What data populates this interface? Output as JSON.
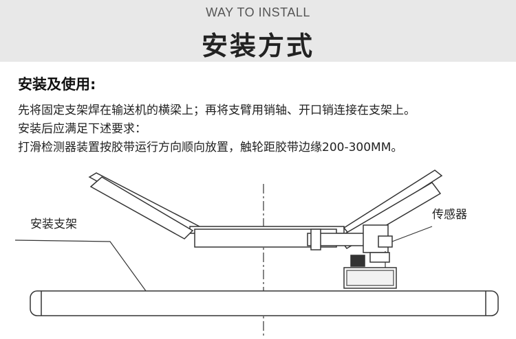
{
  "banner": {
    "eyebrow": "WAY TO INSTALL",
    "title": "安装方式"
  },
  "instructions": {
    "heading": "安装及使用:",
    "lines": [
      "先将固定支架焊在输送机的横梁上；再将支臂用销轴、开口销连接在支架上。",
      "安装后应满足下述要求：",
      "打滑检测器装置按胶带运行方向顺向放置，触轮距胶带边缘200-300MM。"
    ]
  },
  "diagram": {
    "label_left": "安装支架",
    "label_right": "传感器"
  }
}
